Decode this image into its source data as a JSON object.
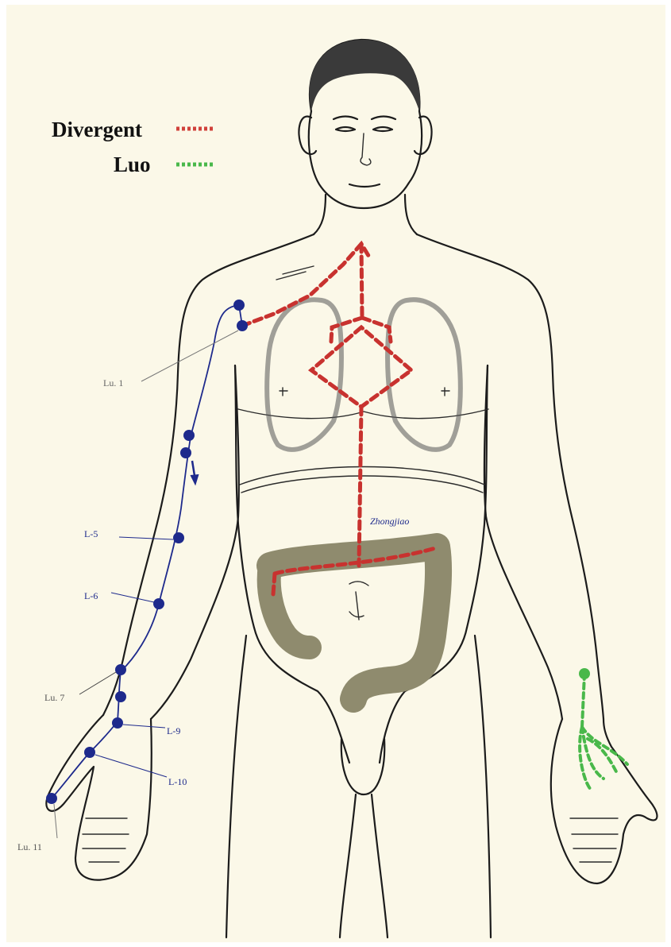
{
  "legend": {
    "divergent": {
      "label": "Divergent",
      "color": "#d0413a"
    },
    "luo": {
      "label": "Luo",
      "color": "#49b84a"
    }
  },
  "points": {
    "lu1": "Lu. 1",
    "l5_upper": "L-5",
    "l6": "L-6",
    "lu7": "Lu. 7",
    "l9": "L-9",
    "l10": "L-10",
    "lu11": "Lu. 11"
  },
  "annotations": {
    "zhongjiao": "Zhongjiao"
  },
  "colors": {
    "background": "#fbf8e8",
    "main_channel": "#1e2a8c",
    "divergent": "#c8322f",
    "luo": "#49b84a",
    "colon": "#8f8b6e",
    "ink": "#1c1c1c"
  }
}
